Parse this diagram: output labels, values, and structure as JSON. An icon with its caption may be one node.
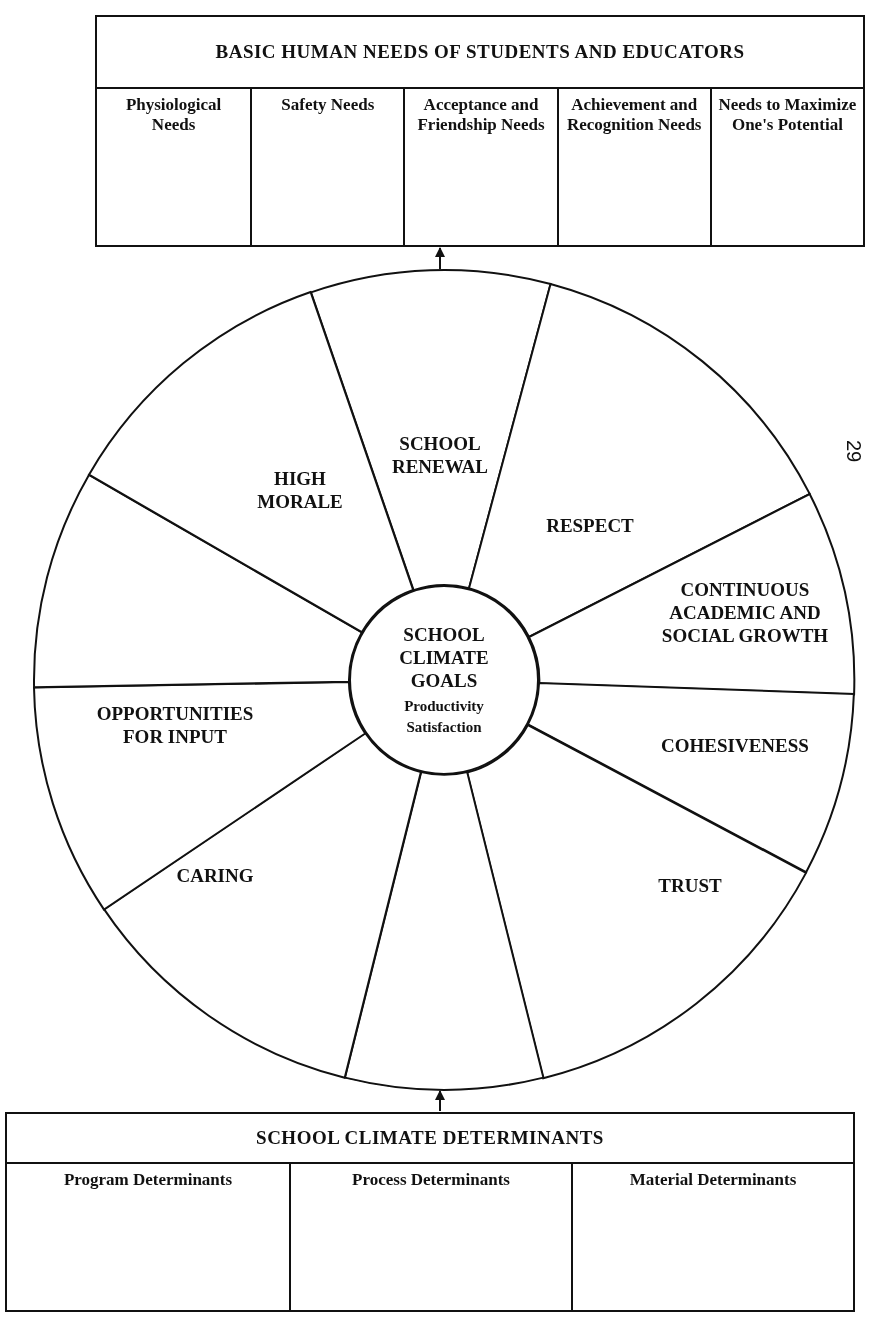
{
  "diagram": {
    "nodes": [
      {
        "text": [
          "BASIC HUMAN NEEDS OF STUDENTS AND EDUCATORS"
        ]
      },
      {
        "text": [
          "Physiological Needs"
        ],
        "in": 0
      },
      {
        "text": [
          "Safety Needs"
        ],
        "in": 0
      },
      {
        "text": [
          "Acceptance and Friendship Needs"
        ],
        "in": 0
      },
      {
        "text": [
          "Achievement and Recognition Needs"
        ],
        "in": 0
      },
      {
        "text": [
          "Needs to Maximize One's Potential"
        ],
        "in": 0
      },
      {
        "text": [],
        "shape": "circle"
      },
      {
        "text": [
          "SCHOOL CLIMATE GOALS",
          "Productivity Satisfaction"
        ],
        "in": 6
      },
      {
        "text": [
          "SCHOOL RENEWAL"
        ],
        "in": 6
      },
      {
        "text": [
          "RESPECT"
        ],
        "in": 6
      },
      {
        "text": [
          "CONTINUOUS ACADEMIC AND SOCIAL GROWTH"
        ],
        "in": 6
      },
      {
        "text": [
          "COHESIVENESS"
        ],
        "in": 6
      },
      {
        "text": [
          "TRUST"
        ],
        "in": 6
      },
      {
        "text": [],
        "shape": "sector",
        "in": 6
      },
      {
        "text": [
          "CARING"
        ],
        "in": 6
      },
      {
        "text": [
          "OPPORTUNITIES FOR INPUT"
        ],
        "in": 6
      },
      {
        "text": [],
        "shape": "sector",
        "in": 6
      },
      {
        "text": [
          "HIGH MORALE"
        ],
        "in": 6
      },
      {
        "text": [
          "SCHOOL CLIMATE DETERMINANTS"
        ]
      },
      {
        "text": [
          "Program Determinants"
        ],
        "in": 18
      },
      {
        "text": [
          "Process Determinants"
        ],
        "in": 18
      },
      {
        "text": [
          "Material Determinants"
        ],
        "in": 18
      }
    ],
    "edges": [
      {
        "from": 6,
        "to": 0,
        "arrow": "to"
      },
      {
        "from": 18,
        "to": 6,
        "arrow": "to"
      }
    ],
    "labels": [
      "29"
    ]
  }
}
